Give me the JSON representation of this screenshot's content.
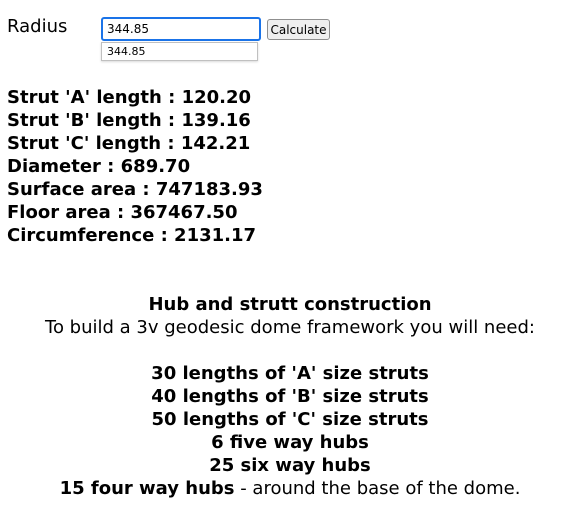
{
  "form": {
    "radius_label": "Radius",
    "radius_value": "344.85",
    "calculate_label": "Calculate",
    "autocomplete_suggestion": "344.85"
  },
  "results": [
    {
      "text": "Strut 'A' length : 120.20"
    },
    {
      "text": "Strut 'B' length : 139.16"
    },
    {
      "text": "Strut 'C' length : 142.21"
    },
    {
      "text": "Diameter : 689.70"
    },
    {
      "text": "Surface area : 747183.93"
    },
    {
      "text": "Floor area : 367467.50"
    },
    {
      "text": "Circumference : 2131.17"
    }
  ],
  "construction": {
    "title": "Hub and strutt construction",
    "intro": "To build a 3v geodesic dome framework you will need:",
    "struts_a": "30 lengths of 'A' size struts",
    "struts_b": "40 lengths of 'B' size struts",
    "struts_c": "50 lengths of 'C' size struts",
    "hubs_five": "6 five way hubs",
    "hubs_six": "25 six way hubs",
    "hubs_four": "15 four way hubs",
    "hubs_four_note": " - around the base of the dome."
  },
  "colors": {
    "input_focus_border": "#1a73e8",
    "button_bg": "#efefef"
  }
}
